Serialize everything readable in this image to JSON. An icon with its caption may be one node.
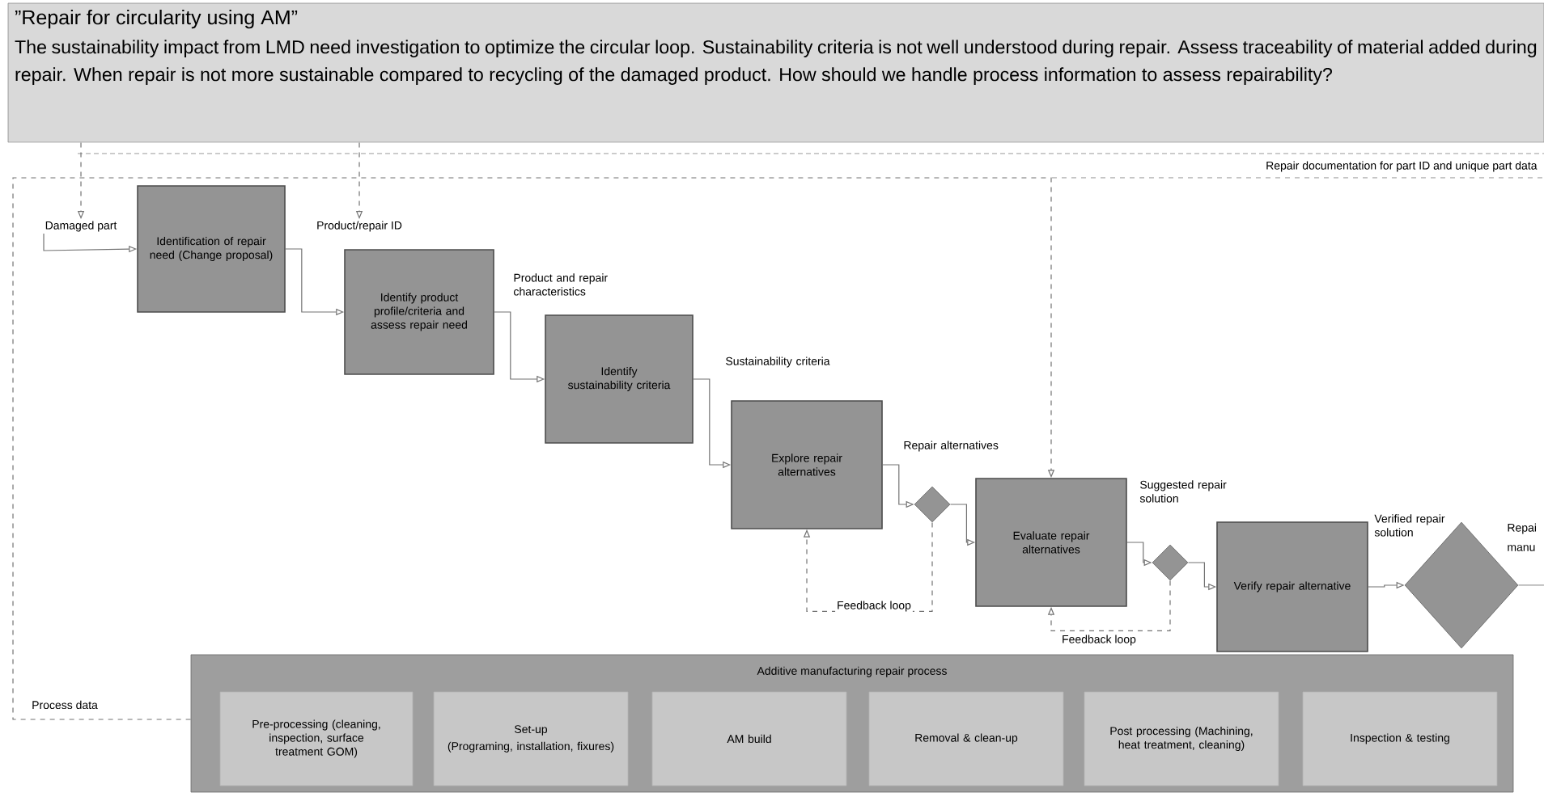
{
  "diagram": {
    "nodes": [
      {
        "text": [
          "”Repair for circularity using AM”",
          "The sustainability impact from LMD need investigation to optimize the circular loop. Sustainability criteria is not well understood during repair. Assess traceability of material added during repair. When repair is not more sustainable compared to recycling of the damaged product. How should we handle process information to assess repairability?"
        ]
      },
      {
        "text": [
          "Damaged part"
        ]
      },
      {
        "text": [
          "Identification of repair need (Change proposal)"
        ]
      },
      {
        "text": [
          "Product/repair ID"
        ]
      },
      {
        "text": [
          "Identify product profile/criteria and assess repair need"
        ],
        "beside": [
          "Product and repair characteristics"
        ]
      },
      {
        "text": [
          "Identify sustainability criteria"
        ],
        "beside": [
          "Sustainability criteria"
        ]
      },
      {
        "text": [
          "Explore repair alternatives"
        ],
        "beside": [
          "Repair alternatives"
        ]
      },
      {
        "text": [],
        "shape": "diamond"
      },
      {
        "text": [
          "Evaluate repair alternatives"
        ],
        "beside": [
          "Suggested repair solution"
        ]
      },
      {
        "text": [],
        "shape": "diamond"
      },
      {
        "text": [
          "Verify repair alternative"
        ],
        "beside": [
          "Verified repair solution"
        ]
      },
      {
        "text": [],
        "shape": "diamond",
        "beside": [
          "Repai",
          "manu"
        ]
      },
      {
        "text": [
          "Additive manufacturing repair process"
        ]
      },
      {
        "text": [
          "Pre-processing (cleaning, inspection, surface treatment GOM)"
        ],
        "in": 12
      },
      {
        "text": [
          "Set-up",
          "(Programing, installation, fixures)"
        ],
        "in": 12
      },
      {
        "text": [
          "AM build"
        ],
        "in": 12
      },
      {
        "text": [
          "Removal & clean-up"
        ],
        "in": 12
      },
      {
        "text": [
          "Post processing (Machining, heat treatment, cleaning)"
        ],
        "in": 12
      },
      {
        "text": [
          "Inspection & testing"
        ],
        "in": 12
      }
    ],
    "edges": [
      {
        "from": 0,
        "to": 1,
        "arrow": "to",
        "style": "dashed"
      },
      {
        "from": 0,
        "to": 3,
        "arrow": "to",
        "style": "dashed"
      },
      {
        "from": 1,
        "to": 2,
        "arrow": "to"
      },
      {
        "from": 2,
        "to": 4,
        "arrow": "to"
      },
      {
        "from": 4,
        "to": 5,
        "arrow": "to"
      },
      {
        "from": 5,
        "to": 6,
        "arrow": "to"
      },
      {
        "from": 6,
        "to": 7,
        "arrow": "to"
      },
      {
        "from": 7,
        "to": 8,
        "arrow": "to"
      },
      {
        "from": 8,
        "to": 9,
        "arrow": "to"
      },
      {
        "from": 9,
        "to": 10,
        "arrow": "to"
      },
      {
        "from": 10,
        "to": 11,
        "arrow": "to"
      },
      {
        "from": 11,
        "to": null,
        "arrow": "none"
      },
      {
        "from": 7,
        "to": 6,
        "arrow": "to",
        "style": "dashed",
        "label": "Feedback loop"
      },
      {
        "from": 9,
        "to": 8,
        "arrow": "to",
        "style": "dashed",
        "label": "Feedback loop"
      },
      {
        "from": 12,
        "to": 8,
        "arrow": "to",
        "style": "dashed",
        "label": "Process data"
      }
    ],
    "labels": [
      "Repair documentation for part ID and unique part data"
    ]
  }
}
